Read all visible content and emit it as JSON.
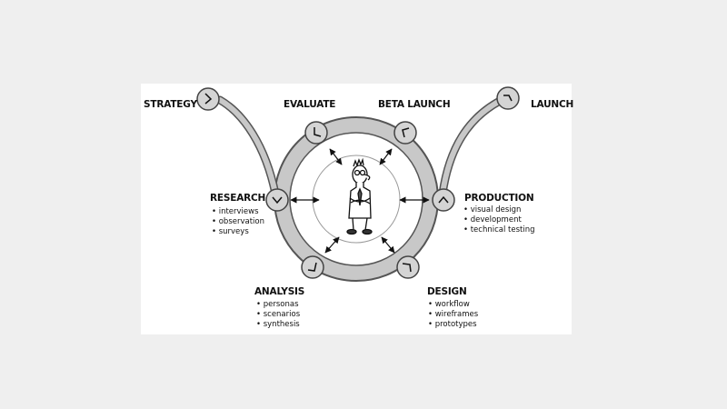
{
  "stages": {
    "strategy": {
      "label": "STRATEGY"
    },
    "evaluate": {
      "label": "EVALUATE"
    },
    "beta_launch": {
      "label": "BETA LAUNCH"
    },
    "launch": {
      "label": "LAUNCH"
    },
    "research": {
      "label": "RESEARCH",
      "items": [
        "interviews",
        "observation",
        "surveys"
      ]
    },
    "production": {
      "label": "PRODUCTION",
      "items": [
        "visual design",
        "development",
        "technical testing"
      ]
    },
    "analysis": {
      "label": "ANALYSIS",
      "items": [
        "personas",
        "scenarios",
        "synthesis"
      ]
    },
    "design": {
      "label": "DESIGN",
      "items": [
        "workflow",
        "wireframes",
        "prototypes"
      ]
    }
  },
  "center_figure": "person-illustration",
  "colors": {
    "page_background": "#efefef",
    "panel_background": "#ffffff",
    "ring_fill": "#c8c8c8",
    "ring_stroke": "#555555",
    "node_fill": "#d4d4d4",
    "ink": "#111111"
  }
}
